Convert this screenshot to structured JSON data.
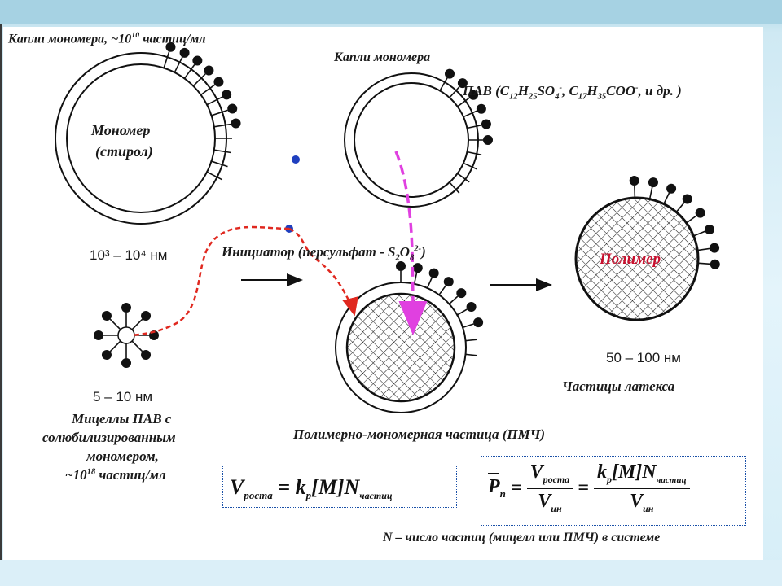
{
  "labels": {
    "droplets_count": "Капли мономера, ~10",
    "droplets_count_exp": "10",
    "droplets_count_unit": " частиц/мл",
    "droplets_title": "Капли мономера",
    "surfactant": "ПАВ  (C",
    "monomer_line1": "Мономер",
    "monomer_line2": "(стирол)",
    "droplet_size": "10³ – 10⁴ нм",
    "initiator": "Инициатор (персульфат - S",
    "polymer_core": "Полимер",
    "latex_size": "50 – 100 нм",
    "latex_name": "Частицы латекса",
    "micelle_size": "5 – 10 нм",
    "micelle_line1": "Мицеллы ПАВ с",
    "micelle_line2": "солюбилизированным",
    "micelle_line3": "мономером,",
    "micelle_line4": "~10",
    "micelle_line4_exp": "18",
    "micelle_line4_unit": " частиц/мл",
    "pmp_name": "Полимерно-мономерная частица (ПМЧ)",
    "footnote": "N – число частиц (мицелл или ПМЧ) в системе"
  },
  "formula_rate": {
    "lhs": "V",
    "lhs_sub": "роста",
    "eq": " = ",
    "k": "k",
    "k_sub": "p",
    "m": "[M]",
    "n": "N",
    "n_sub": "частиц"
  },
  "formula_dp": {
    "lhs": "P",
    "lhs_sub": "n",
    "num1": "V",
    "num1_sub": "роста",
    "den1": "V",
    "den1_sub": "ин",
    "num2_k": "k",
    "num2_k_sub": "p",
    "num2_m": "[M]",
    "num2_n": "N",
    "num2_n_sub": "частиц",
    "den2": "V",
    "den2_sub": "ин"
  },
  "colors": {
    "initiator_dot": "#1f3fbf",
    "initiator_path": "#e0281f",
    "monomer_path": "#e040e0",
    "polymer_text": "#c8102e",
    "formula_border": "#1a50a8"
  }
}
